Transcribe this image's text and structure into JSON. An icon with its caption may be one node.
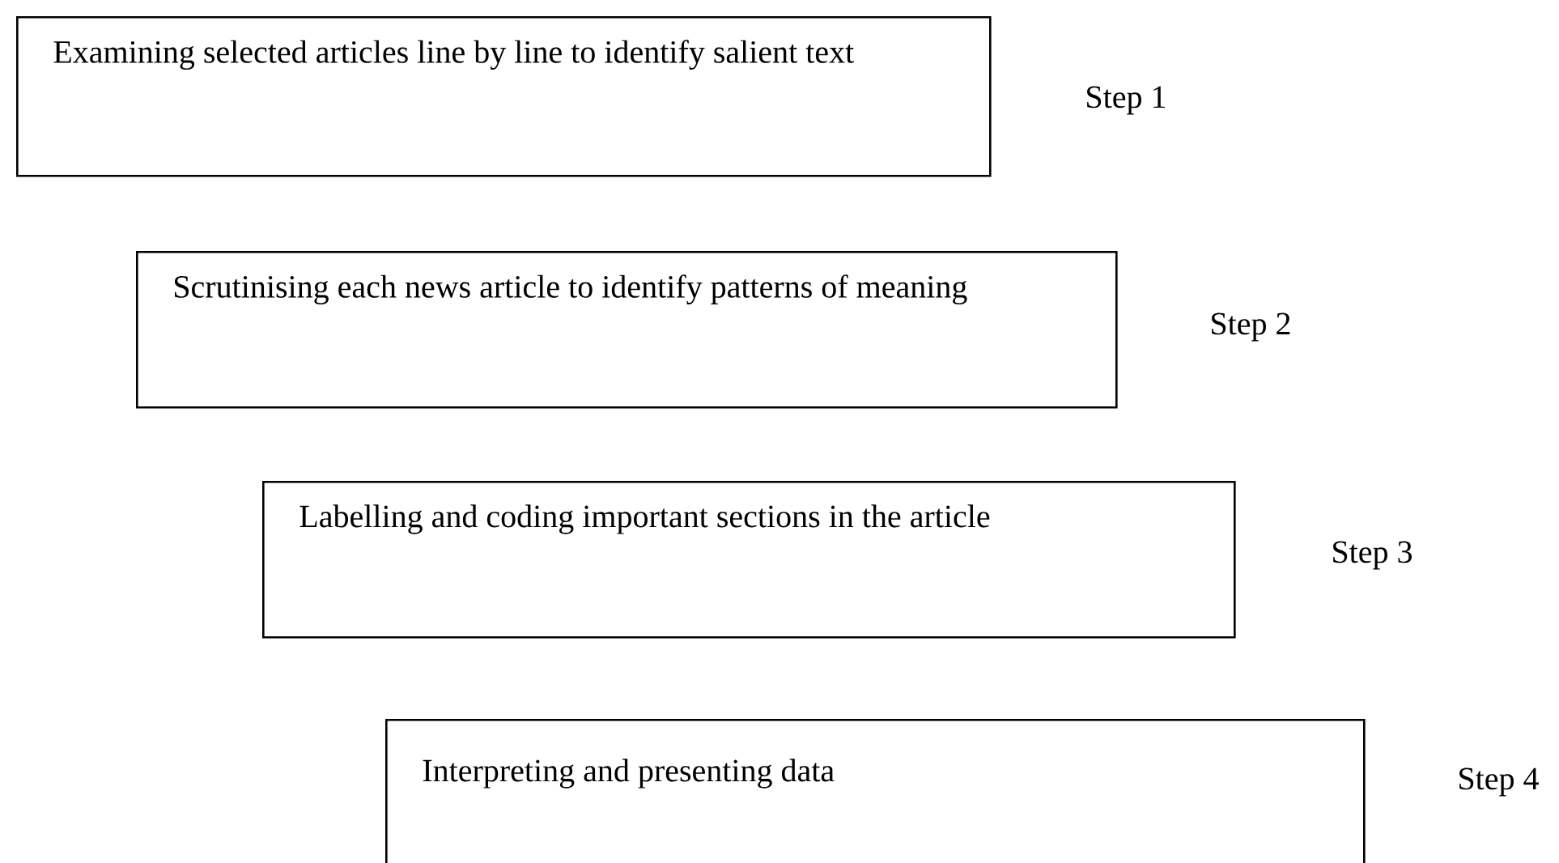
{
  "diagram": {
    "nodes": [
      {
        "text": [
          "Examining selected articles line by line to identify salient text"
        ],
        "beside": [
          "Step 1"
        ]
      },
      {
        "text": [
          "Scrutinising each news article to identify patterns of meaning"
        ],
        "beside": [
          "Step 2"
        ]
      },
      {
        "text": [
          "Labelling and coding important sections in the article"
        ],
        "beside": [
          "Step 3"
        ]
      },
      {
        "text": [
          "Interpreting and presenting data"
        ],
        "beside": [
          "Step 4"
        ]
      }
    ]
  }
}
